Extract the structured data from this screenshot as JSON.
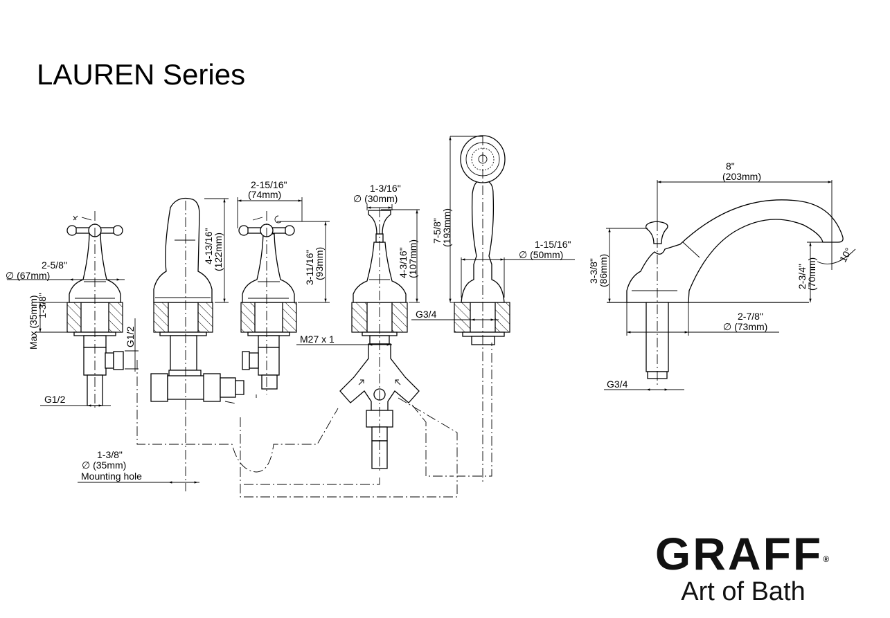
{
  "title": "LAUREN Series",
  "logo": {
    "brand": "GRAFF",
    "registered": "®",
    "tagline": "Art of Bath"
  },
  "dimensions": {
    "handle_width_in": "2-5/8\"",
    "handle_width_mm": "∅ (67mm)",
    "deck_max_in": "1-3/8\"",
    "deck_max_mm": "Max (35mm)",
    "g12_side": "G1/2",
    "g12_bottom": "G1/2",
    "spout_height_in": "4-13/16\"",
    "spout_height_mm": "(122mm)",
    "handle_spacing_in": "2-15/16\"",
    "handle_spacing_mm": "(74mm)",
    "valve_height_in": "3-11/16\"",
    "valve_height_mm": "(93mm)",
    "diverter_knob_in": "1-3/16\"",
    "diverter_knob_mm": "∅ (30mm)",
    "diverter_height_in": "4-3/16\"",
    "diverter_height_mm": "(107mm)",
    "shower_height_in": "7-5/8\"",
    "shower_height_mm": "(193mm)",
    "shower_base_in": "1-15/16\"",
    "shower_base_mm": "∅ (50mm)",
    "shower_thread": "G3/4",
    "diverter_thread": "M27 x 1",
    "mount_hole_in": "1-3/8\"",
    "mount_hole_mm": "∅ (35mm)",
    "mount_hole_label": "Mounting hole",
    "tub_reach_in": "8\"",
    "tub_reach_mm": "(203mm)",
    "tub_height_in": "3-3/8\"",
    "tub_height_mm": "(86mm)",
    "tub_outlet_in": "2-3/4\"",
    "tub_outlet_mm": "(70mm)",
    "tub_angle": "10°",
    "tub_base_in": "2-7/8\"",
    "tub_base_mm": "∅ (73mm)",
    "tub_thread": "G3/4"
  }
}
